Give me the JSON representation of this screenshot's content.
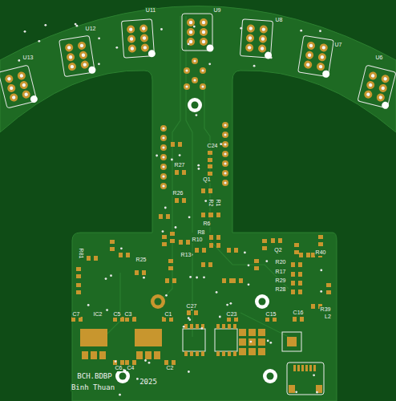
{
  "diagram": {
    "labels": [
      "U13",
      "U12",
      "U11",
      "U9",
      "U8",
      "U7",
      "U6",
      "C24",
      "R27",
      "Q1",
      "R26",
      "R2",
      "R1",
      "R6",
      "R8",
      "R10",
      "R13",
      "R81",
      "R25",
      "R20",
      "R17",
      "R29",
      "R28",
      "Q2",
      "R40",
      "R39",
      "C27",
      "C23",
      "C15",
      "C7",
      "IC2",
      "C5",
      "C3",
      "C1",
      "C16",
      "L2",
      "C6",
      "C4",
      "C2",
      "BCH.BDBP",
      "Binh Thuan",
      "2025"
    ]
  }
}
